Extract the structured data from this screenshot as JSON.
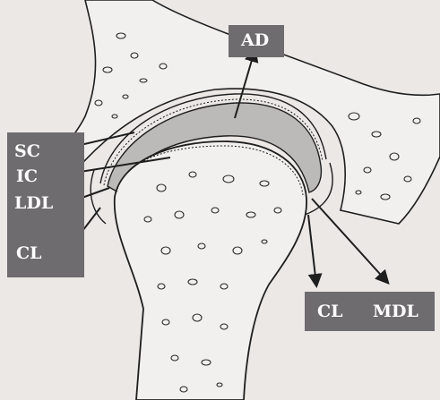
{
  "labels": {
    "ad": "AD",
    "sc": "SC",
    "ic": "IC",
    "ldl": "LDL",
    "cl_left": "CL",
    "cl_right": "CL",
    "mdl": "MDL"
  },
  "colors": {
    "background": "#ebe8e6",
    "paper": "#f3f1ef",
    "label_box": "#6e6c6e",
    "label_text": "#ffffff",
    "ink": "#1e1e1e",
    "cartilage_gap": "#bcbab9"
  }
}
